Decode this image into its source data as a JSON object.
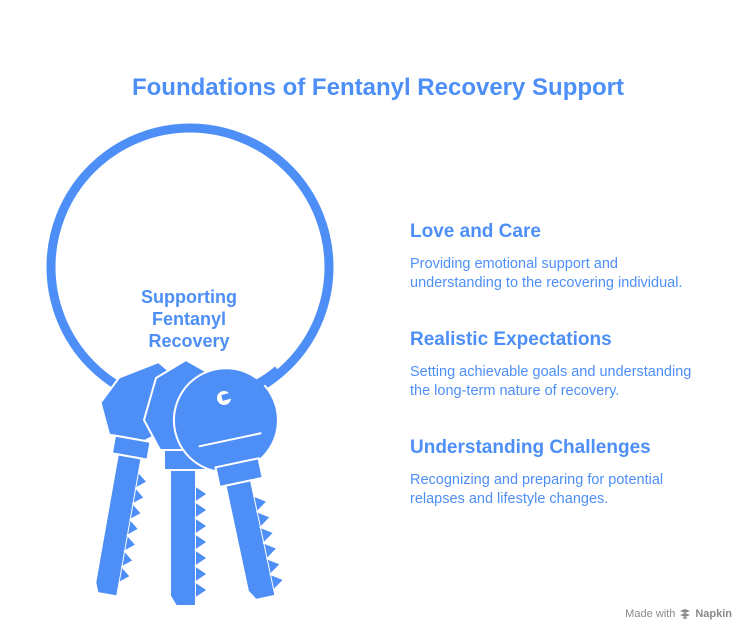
{
  "title": "Foundations of Fentanyl Recovery Support",
  "center": {
    "lines": [
      "Supporting",
      "Fentanyl",
      "Recovery"
    ]
  },
  "items": [
    {
      "title": "Love and Care",
      "desc_lines": [
        "Providing emotional support and",
        "understanding to the recovering individual."
      ]
    },
    {
      "title": "Realistic Expectations",
      "desc_lines": [
        "Setting achievable goals and understanding",
        "the long-term nature of recovery."
      ]
    },
    {
      "title": "Understanding Challenges",
      "desc_lines": [
        "Recognizing and preparing for potential",
        "relapses and lifestyle changes."
      ]
    }
  ],
  "footer": {
    "made_with": "Made with",
    "brand": "Napkin",
    "icon": "napkin-logo-icon"
  },
  "colors": {
    "accent": "#4d8ff7",
    "key_stroke": "#ffffff",
    "footer_text": "#8a8a8a"
  }
}
